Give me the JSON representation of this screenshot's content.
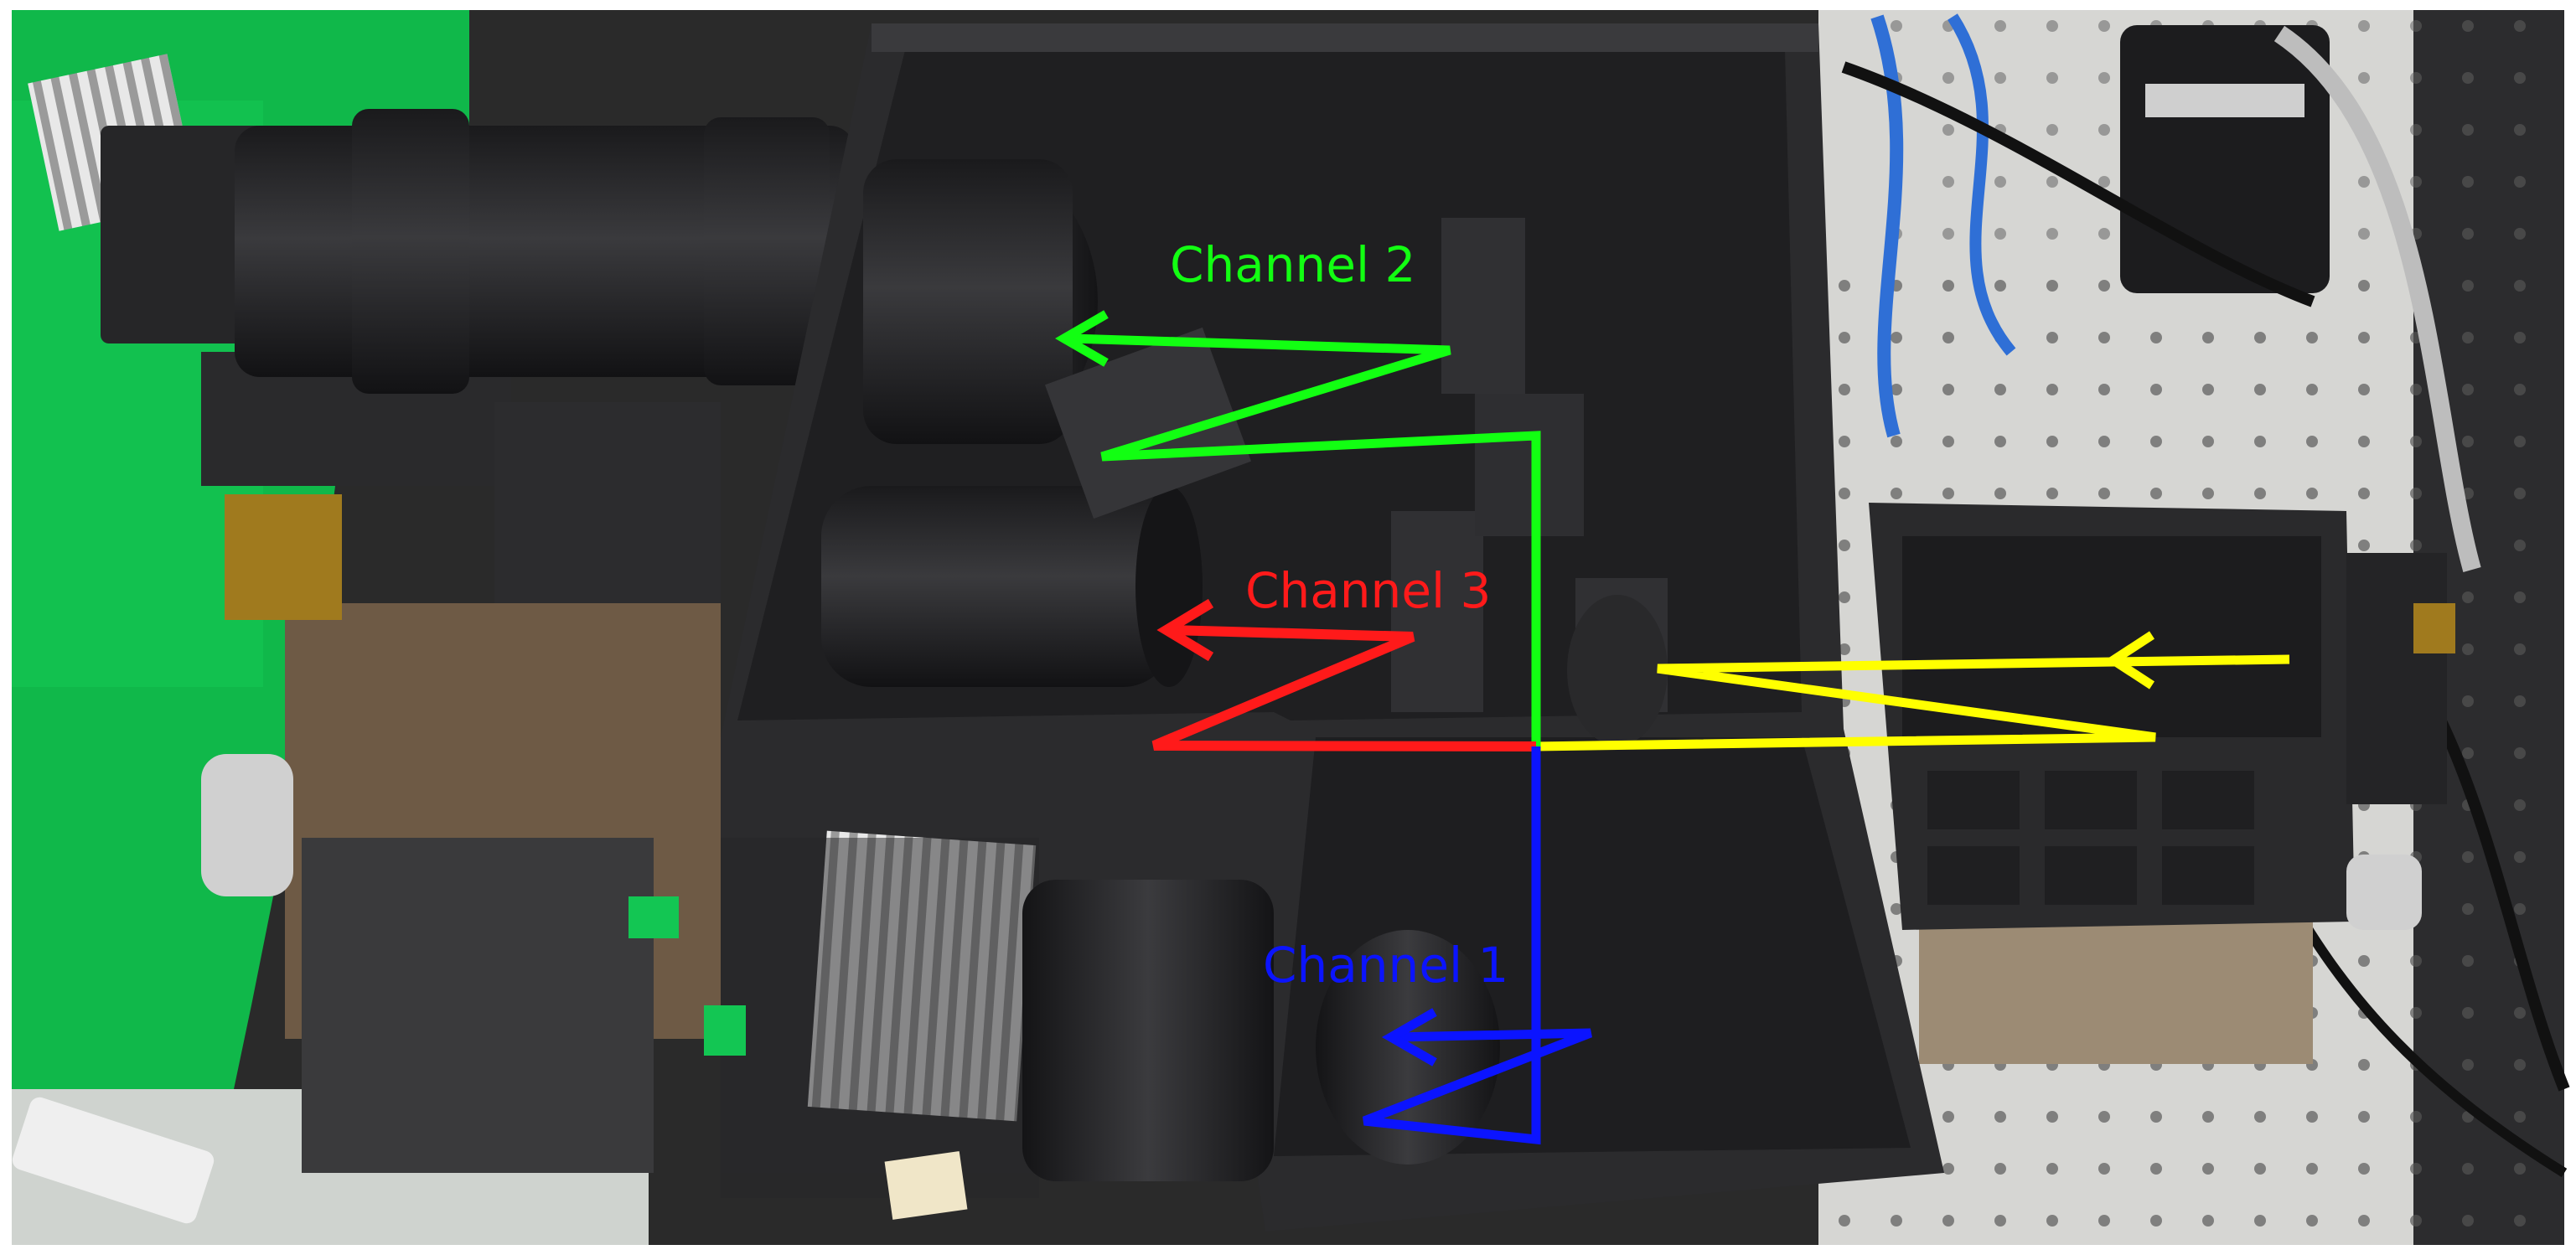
{
  "labels": {
    "channel1": "Channel 1",
    "channel2": "Channel 2",
    "channel3": "Channel 3"
  },
  "colors": {
    "channel1": "#0b14ff",
    "channel2": "#12ff12",
    "channel3": "#ff1a1a",
    "input_beam": "#ffff00",
    "enclosure": "#2b2b2d",
    "enclosure_inner": "#1f1f21",
    "floor_green": "#10b84a",
    "optical_table": "#d9d9d6"
  }
}
